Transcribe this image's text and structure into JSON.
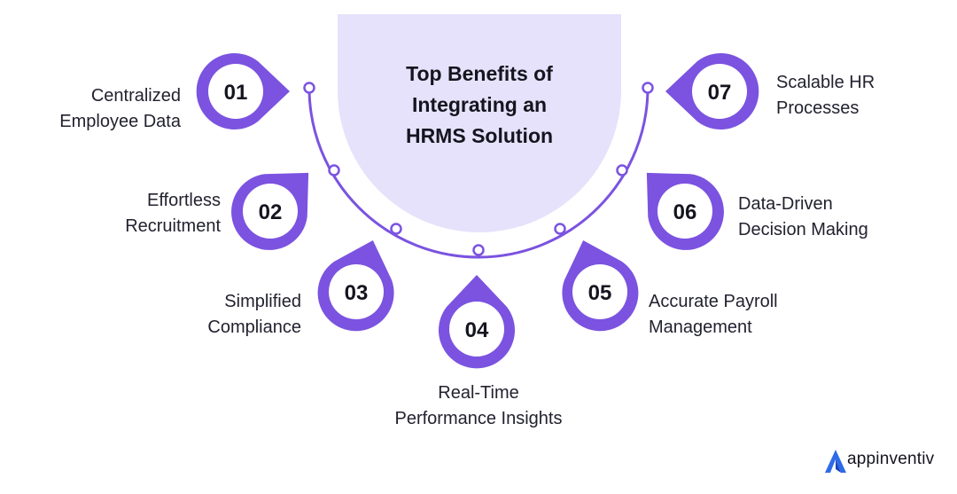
{
  "title": {
    "lines": [
      "Top Benefits of",
      "Integrating an",
      "HRMS Solution"
    ]
  },
  "benefits": [
    {
      "number": "01",
      "lines": [
        "Centralized",
        "Employee Data"
      ]
    },
    {
      "number": "02",
      "lines": [
        "Effortless",
        "Recruitment"
      ]
    },
    {
      "number": "03",
      "lines": [
        "Simplified",
        "Compliance"
      ]
    },
    {
      "number": "04",
      "lines": [
        "Real-Time",
        "Performance Insights"
      ]
    },
    {
      "number": "05",
      "lines": [
        "Accurate Payroll",
        "Management"
      ]
    },
    {
      "number": "06",
      "lines": [
        "Data-Driven",
        "Decision Making"
      ]
    },
    {
      "number": "07",
      "lines": [
        "Scalable HR",
        "Processes"
      ]
    }
  ],
  "brand": {
    "name": "appinventiv",
    "logo_icon": "appinventiv-logo-icon"
  },
  "colors": {
    "accent": "#7b53e0",
    "panel": "#e6e2fb",
    "text": "#1f1f2b"
  }
}
